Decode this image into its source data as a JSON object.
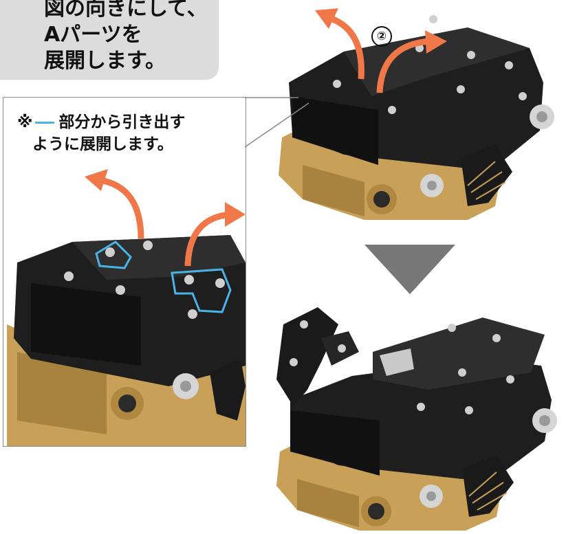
{
  "instruction": {
    "lines": [
      "図の向きにして、",
      "Aパーツを",
      "展開します。"
    ]
  },
  "note": {
    "mark": "※",
    "line1_rest": "部分から引き出す",
    "line2": "ように展開します。",
    "highlight_color": "#4ab3e8"
  },
  "step_marker": "②",
  "colors": {
    "arrow": "#f07848",
    "body_black": "#1e1e1e",
    "body_gold": "#c8a058",
    "down_arrow": "#777777",
    "panel_gray": "#dcdcdc"
  },
  "icons": {
    "direction": "triangle-down-arrow",
    "unfold": "curved-orange-arrow"
  }
}
